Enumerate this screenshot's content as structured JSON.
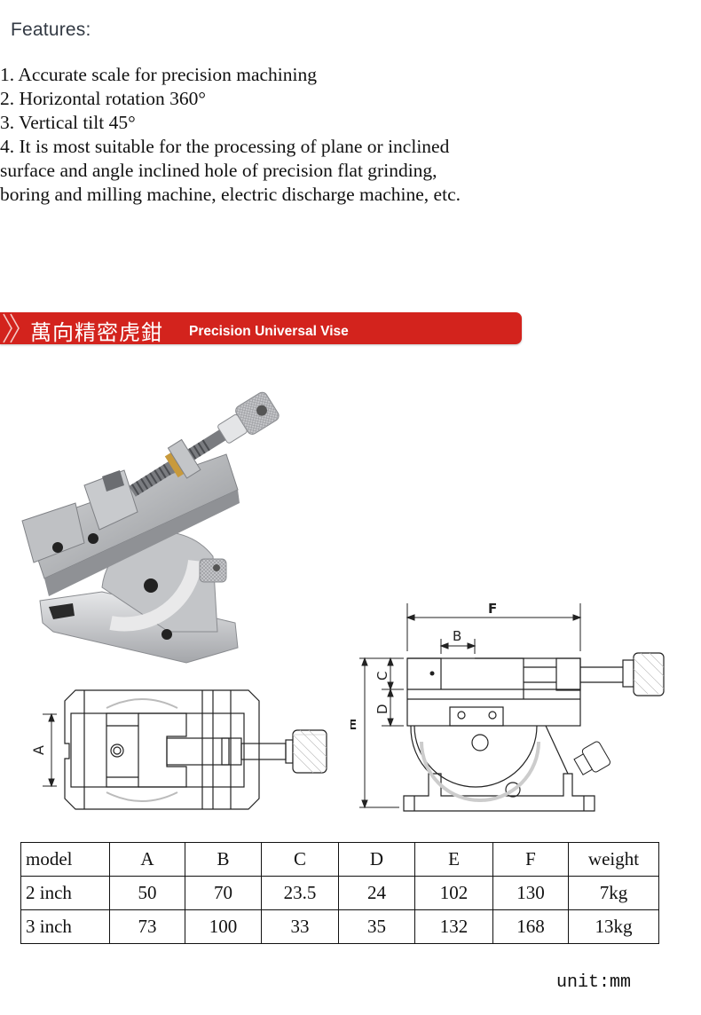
{
  "features": {
    "title": "Features:",
    "lines": [
      "1. Accurate scale for precision machining",
      "2. Horizontal rotation 360°",
      "3. Vertical tilt 45°",
      "4. It is most suitable for the processing of plane or inclined",
      "surface and angle inclined hole of precision flat grinding,",
      "boring and milling machine, electric discharge machine, etc."
    ]
  },
  "banner": {
    "title_cn": "萬向精密虎鉗",
    "title_en": "Precision Universal Vise",
    "color": "#d3231d"
  },
  "images": {
    "photo": "precision-universal-vise-photo",
    "top_view_label": "A",
    "side_view_labels": {
      "F": "F",
      "B": "B",
      "C": "C",
      "D": "D",
      "E": "E"
    }
  },
  "spec_table": {
    "headers": [
      "model",
      "A",
      "B",
      "C",
      "D",
      "E",
      "F",
      "weight"
    ],
    "rows": [
      [
        "2 inch",
        "50",
        "70",
        "23.5",
        "24",
        "102",
        "130",
        "7kg"
      ],
      [
        "3 inch",
        "73",
        "100",
        "33",
        "35",
        "132",
        "168",
        "13kg"
      ]
    ]
  },
  "unit": "unit:mm"
}
